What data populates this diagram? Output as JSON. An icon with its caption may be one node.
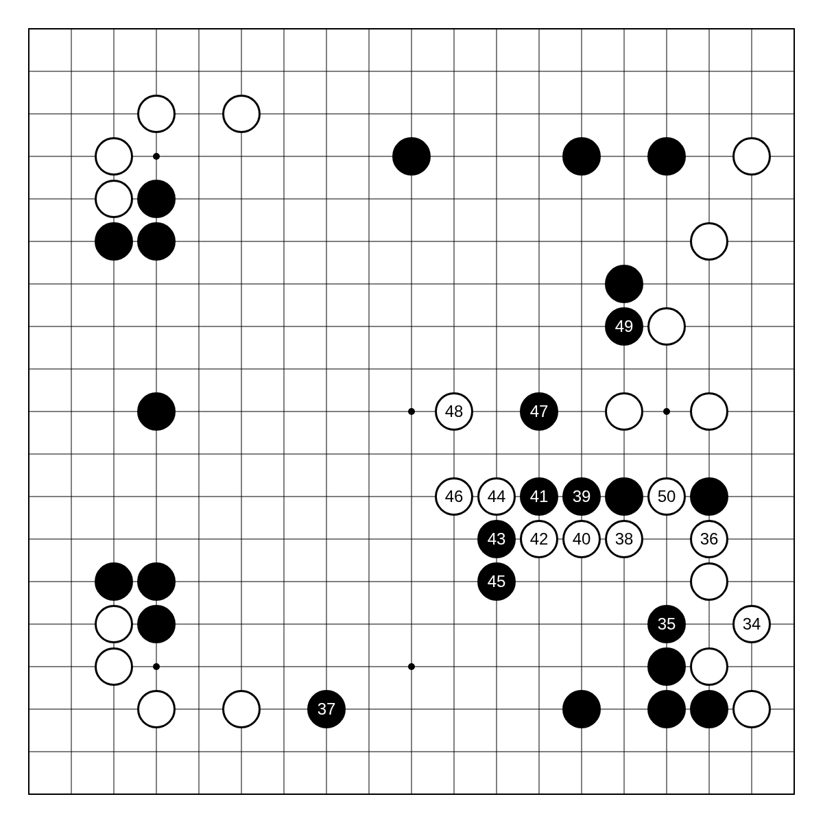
{
  "diagram": {
    "nodes": [
      {
        "text": [],
        "shape": "circle"
      },
      {
        "text": [],
        "shape": "circle"
      },
      {
        "text": [],
        "shape": "circle"
      },
      {
        "text": [],
        "shape": "circle"
      },
      {
        "text": [],
        "shape": "circle"
      },
      {
        "text": [],
        "shape": "circle"
      },
      {
        "text": [],
        "shape": "circle"
      },
      {
        "text": [],
        "shape": "circle"
      },
      {
        "text": [],
        "shape": "circle"
      },
      {
        "text": [],
        "shape": "circle"
      },
      {
        "text": [],
        "shape": "circle"
      },
      {
        "text": [],
        "shape": "circle"
      },
      {
        "text": [],
        "shape": "circle"
      },
      {
        "text": [
          "49"
        ]
      },
      {
        "text": [],
        "shape": "circle"
      },
      {
        "text": [],
        "shape": "circle"
      },
      {
        "text": [
          "48"
        ]
      },
      {
        "text": [
          "47"
        ]
      },
      {
        "text": [],
        "shape": "circle"
      },
      {
        "text": [],
        "shape": "circle"
      },
      {
        "text": [
          "46"
        ]
      },
      {
        "text": [
          "44"
        ]
      },
      {
        "text": [
          "41"
        ]
      },
      {
        "text": [
          "39"
        ]
      },
      {
        "text": [],
        "shape": "circle"
      },
      {
        "text": [
          "50"
        ]
      },
      {
        "text": [],
        "shape": "circle"
      },
      {
        "text": [
          "43"
        ]
      },
      {
        "text": [
          "42"
        ]
      },
      {
        "text": [
          "40"
        ]
      },
      {
        "text": [
          "38"
        ]
      },
      {
        "text": [
          "36"
        ]
      },
      {
        "text": [],
        "shape": "circle"
      },
      {
        "text": [],
        "shape": "circle"
      },
      {
        "text": [
          "45"
        ]
      },
      {
        "text": [],
        "shape": "circle"
      },
      {
        "text": [],
        "shape": "circle"
      },
      {
        "text": [],
        "shape": "circle"
      },
      {
        "text": [
          "35"
        ]
      },
      {
        "text": [
          "34"
        ]
      },
      {
        "text": [],
        "shape": "circle"
      },
      {
        "text": [],
        "shape": "circle"
      },
      {
        "text": [],
        "shape": "circle"
      },
      {
        "text": [],
        "shape": "circle"
      },
      {
        "text": [],
        "shape": "circle"
      },
      {
        "text": [
          "37"
        ]
      },
      {
        "text": [],
        "shape": "circle"
      },
      {
        "text": [],
        "shape": "circle"
      },
      {
        "text": [],
        "shape": "circle"
      },
      {
        "text": [],
        "shape": "circle"
      }
    ]
  }
}
